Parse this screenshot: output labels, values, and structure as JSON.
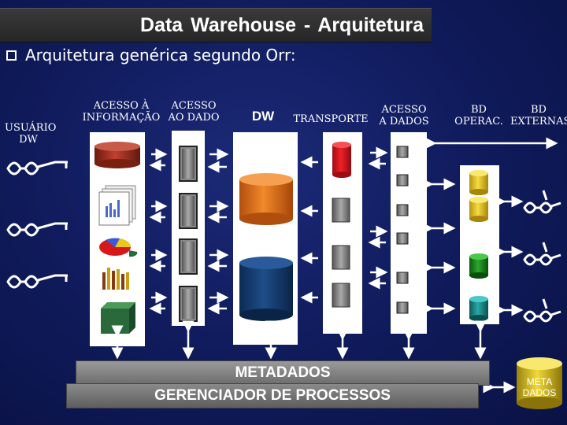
{
  "title": "Data  Warehouse - Arquitetura",
  "subtitle": "Arquitetura genérica segundo  Orr:",
  "headers": {
    "usuario": [
      "USUÁRIO",
      "DW"
    ],
    "acesso_informacao": [
      "ACESSO À",
      "INFORMAÇÃO"
    ],
    "acesso_dado": [
      "ACESSO",
      "AO DADO"
    ],
    "dw": "DW",
    "transporte": "TRANSPORTE",
    "acesso_dados": [
      "ACESSO",
      "A DADOS"
    ],
    "bd_operac": [
      "BD",
      "OPERAC."
    ],
    "bd_externas": [
      "BD",
      "EXTERNAS"
    ]
  },
  "metadados": "METADADOS",
  "gerenciador": "GERENCIADOR DE PROCESSOS",
  "meta_dados_db": [
    "META",
    "DADOS"
  ],
  "colors": {
    "background": "#121d62",
    "title_bar": "#2f2f2f",
    "dw_orange": "#e0701a",
    "dw_blue": "#123a6e",
    "transport_red": "#d8141c",
    "bd_yellow": "#e8c81a",
    "bd_green": "#1a8a1a",
    "bd_teal": "#1a8a8a",
    "cube_green": "#2a6a3a",
    "acesso_red": "#a03020"
  },
  "icons": [
    "user-glasses-icon",
    "report-icon",
    "pie-chart-icon",
    "bar-chart-icon",
    "cube-icon",
    "database-icon",
    "document-icon",
    "arrow-icon"
  ]
}
